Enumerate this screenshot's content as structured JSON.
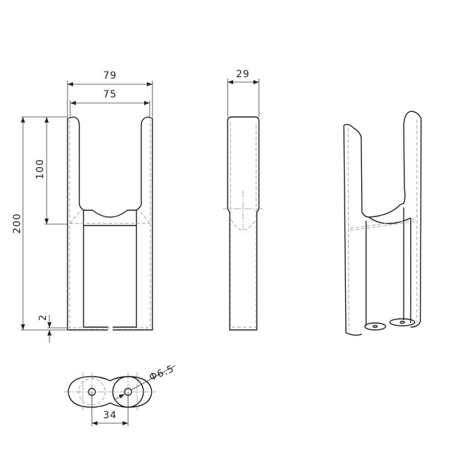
{
  "front_view": {
    "dimensions": {
      "outer_width": "79",
      "inner_width": "75",
      "height": "200",
      "slot_depth": "100",
      "thickness": "2"
    }
  },
  "side_view": {
    "dimensions": {
      "depth": "29"
    }
  },
  "bottom_view": {
    "dimensions": {
      "hole_spacing": "34",
      "hole_diameter": "Φ6.5"
    }
  }
}
